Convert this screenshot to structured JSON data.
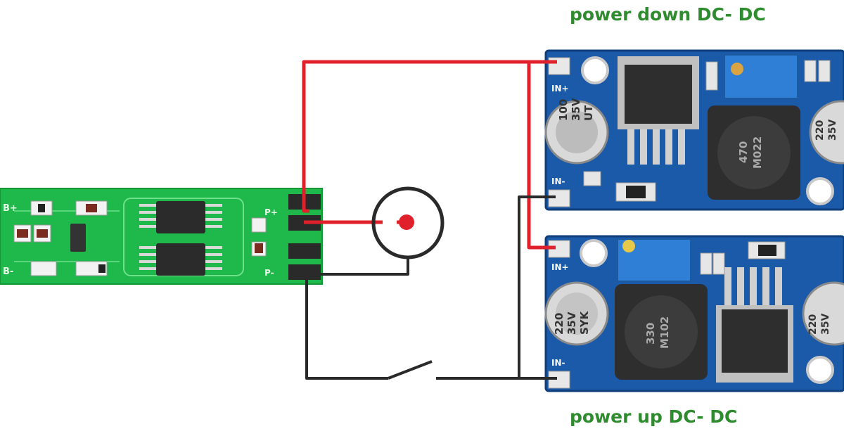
{
  "labels": {
    "top_module": "power down DC- DC",
    "bottom_module": "power up DC- DC"
  },
  "pcb_text": {
    "in_plus": "IN+",
    "in_minus": "IN-",
    "b_plus": "B+",
    "b_minus": "B-",
    "p_plus": "P+",
    "p_minus": "P-",
    "cap_100v": "100",
    "cap_100v_2": "35V",
    "cap_100v_3": "UT",
    "cap_220": "220",
    "cap_35v": "35V",
    "cap_syk": "SYK",
    "inductor_top": "470",
    "inductor_top_2": "M022",
    "inductor_bottom": "330",
    "inductor_bottom_2": "M102"
  },
  "colors": {
    "wire_positive": "#e0202a",
    "wire_negative": "#2a2a2a",
    "bms_board": "#1fb84a",
    "dcdc_board": "#1a5aa8",
    "label_text": "#2e8b2e"
  }
}
